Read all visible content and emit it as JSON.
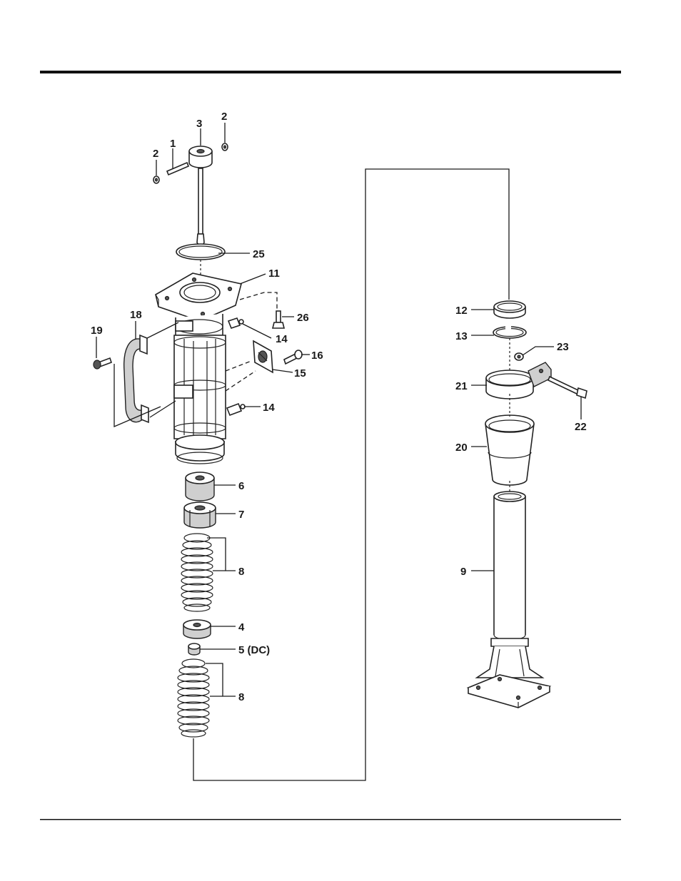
{
  "diagram": {
    "labels": {
      "n1": "1",
      "n2a": "2",
      "n2b": "2",
      "n3": "3",
      "n4": "4",
      "n5": "5 (DC)",
      "n6": "6",
      "n7": "7",
      "n8a": "8",
      "n8b": "8",
      "n9": "9",
      "n11": "11",
      "n12": "12",
      "n13": "13",
      "n14a": "14",
      "n14b": "14",
      "n15": "15",
      "n16": "16",
      "n18": "18",
      "n19": "19",
      "n20": "20",
      "n21": "21",
      "n22": "22",
      "n23": "23",
      "n25": "25",
      "n26": "26"
    }
  }
}
